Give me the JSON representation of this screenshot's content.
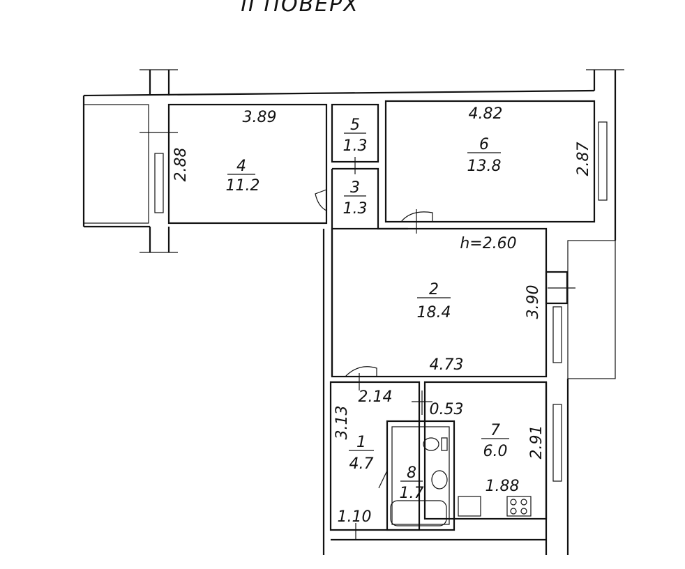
{
  "title": "ІІ ПОВЕРХ",
  "height_label": "h=2.60",
  "rooms": [
    {
      "id": "1",
      "area": "4.7"
    },
    {
      "id": "2",
      "area": "18.4"
    },
    {
      "id": "3",
      "area": "1.3"
    },
    {
      "id": "4",
      "area": "11.2"
    },
    {
      "id": "5",
      "area": "1.3"
    },
    {
      "id": "6",
      "area": "13.8"
    },
    {
      "id": "7",
      "area": "6.0"
    },
    {
      "id": "8",
      "area": "1.7"
    }
  ],
  "dimensions": {
    "room4_width": "3.89",
    "room4_depth": "2.88",
    "room6_width": "4.82",
    "room6_depth": "2.87",
    "room2_width": "4.73",
    "room2_depth": "3.90",
    "hall_width": "2.14",
    "hall_depth": "3.13",
    "gap": "0.53",
    "room7_depth": "2.91",
    "room7_width": "1.88",
    "hall_bottom": "1.10"
  }
}
